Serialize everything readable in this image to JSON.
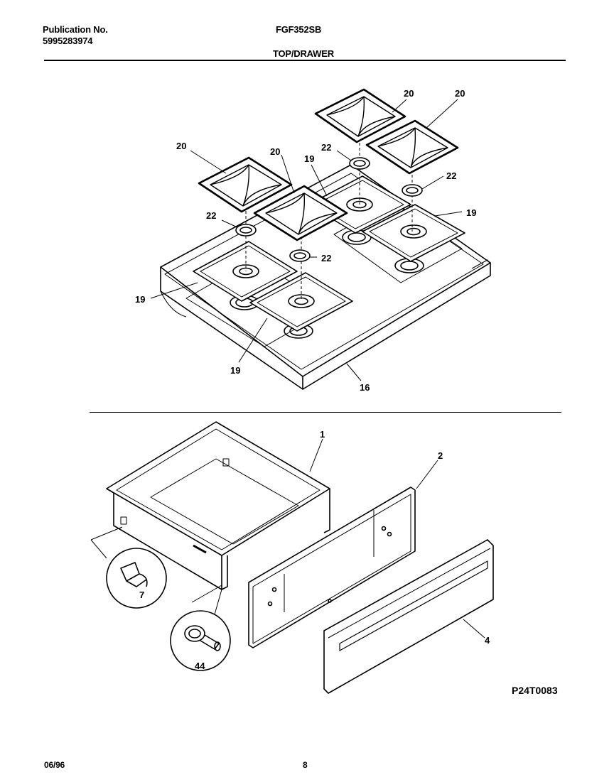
{
  "header": {
    "publication_label": "Publication No.",
    "publication_number": "5995283974",
    "model": "FGF352SB",
    "section_title": "TOP/DRAWER"
  },
  "top_section": {
    "callouts": [
      "20",
      "20",
      "20",
      "20",
      "22",
      "22",
      "22",
      "22",
      "19",
      "19",
      "19",
      "19",
      "16"
    ]
  },
  "drawer_section": {
    "callouts": [
      "1",
      "2",
      "4",
      "7",
      "44"
    ]
  },
  "drawing_code": "P24T0083",
  "footer": {
    "date": "06/96",
    "page": "8"
  }
}
